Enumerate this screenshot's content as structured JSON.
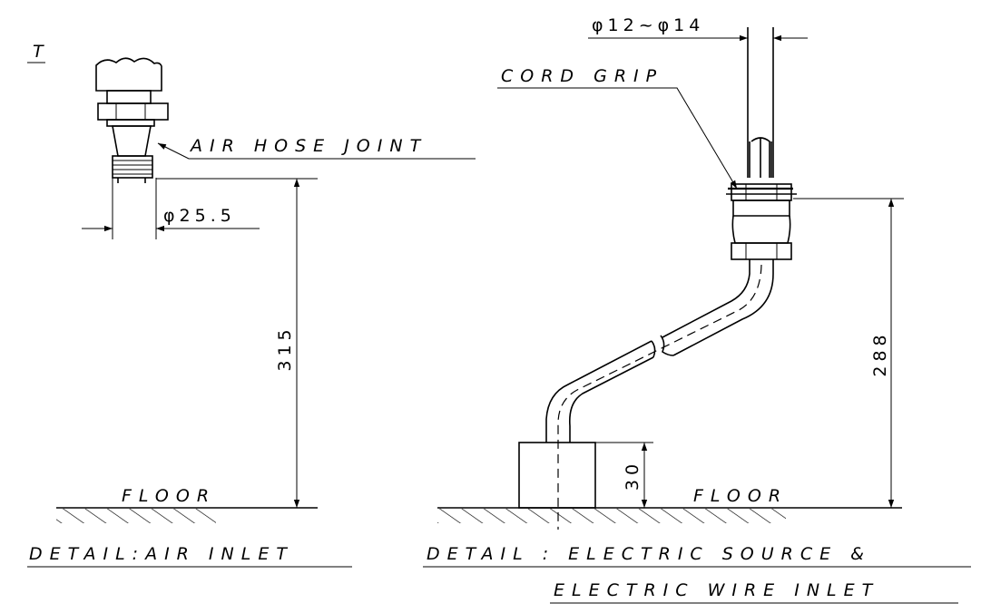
{
  "labels": {
    "edge_fragment": "T",
    "air_hose_joint": "AIR HOSE JOINT",
    "cord_grip": "CORD GRIP",
    "floor_left": "FLOOR",
    "floor_right": "FLOOR",
    "detail_air_inlet": "DETAIL:AIR INLET",
    "detail_electric_line1": "DETAIL : ELECTRIC SOURCE &",
    "detail_electric_line2": "ELECTRIC WIRE INLET"
  },
  "dimensions": {
    "hose_joint_diameter": "φ25.5",
    "air_inlet_height": "315",
    "cable_diameter_range": "φ12~φ14",
    "cord_grip_height": "288",
    "base_block_height": "30"
  },
  "colors": {
    "ink": "#000000",
    "paper": "#ffffff"
  }
}
